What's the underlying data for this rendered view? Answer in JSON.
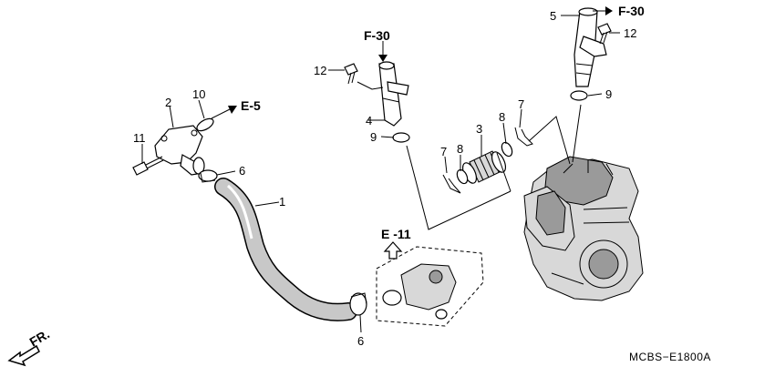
{
  "callouts": [
    "1",
    "2",
    "3",
    "4",
    "5",
    "6",
    "6",
    "7",
    "7",
    "8",
    "8",
    "9",
    "9",
    "10",
    "11",
    "12",
    "12"
  ],
  "references": {
    "e5": "E-5",
    "e11": "E -11",
    "f30_left": "F-30",
    "f30_right": "F-30"
  },
  "direction_label": "FR.",
  "drawing_code": "MCBS−E1800A"
}
